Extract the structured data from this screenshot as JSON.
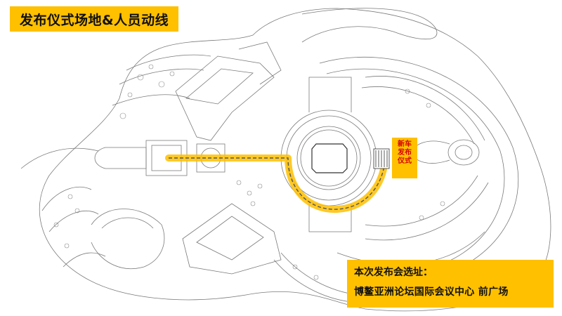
{
  "title": "发布仪式场地&人员动线",
  "event_label": [
    "新车",
    "发布",
    "仪式"
  ],
  "venue": {
    "line1": "本次发布会选址：",
    "line2": "博鳌亚洲论坛国际会议中心  前广场"
  },
  "colors": {
    "highlight": "#ffc000",
    "event_text": "#d40000",
    "route": "#ffc000",
    "route_dash": "#555555",
    "linework": "#7a7a7a"
  }
}
